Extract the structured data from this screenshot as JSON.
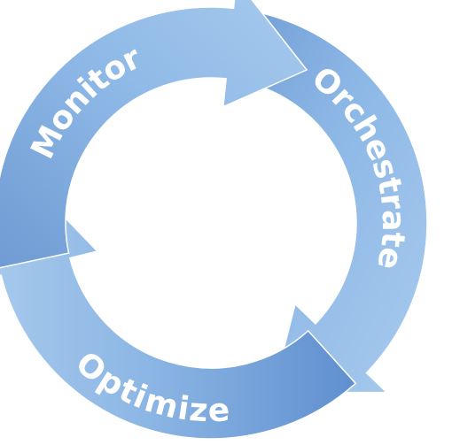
{
  "diagram": {
    "type": "cycle",
    "stages": [
      {
        "label": "Orchestrate"
      },
      {
        "label": "Optimize"
      },
      {
        "label": "Monitor"
      }
    ],
    "colors": {
      "arrow_light": "#a9cbee",
      "arrow_mid": "#8db8e6",
      "arrow_dark": "#5f8fcf",
      "label": "#ffffff",
      "background": "#ffffff"
    }
  }
}
